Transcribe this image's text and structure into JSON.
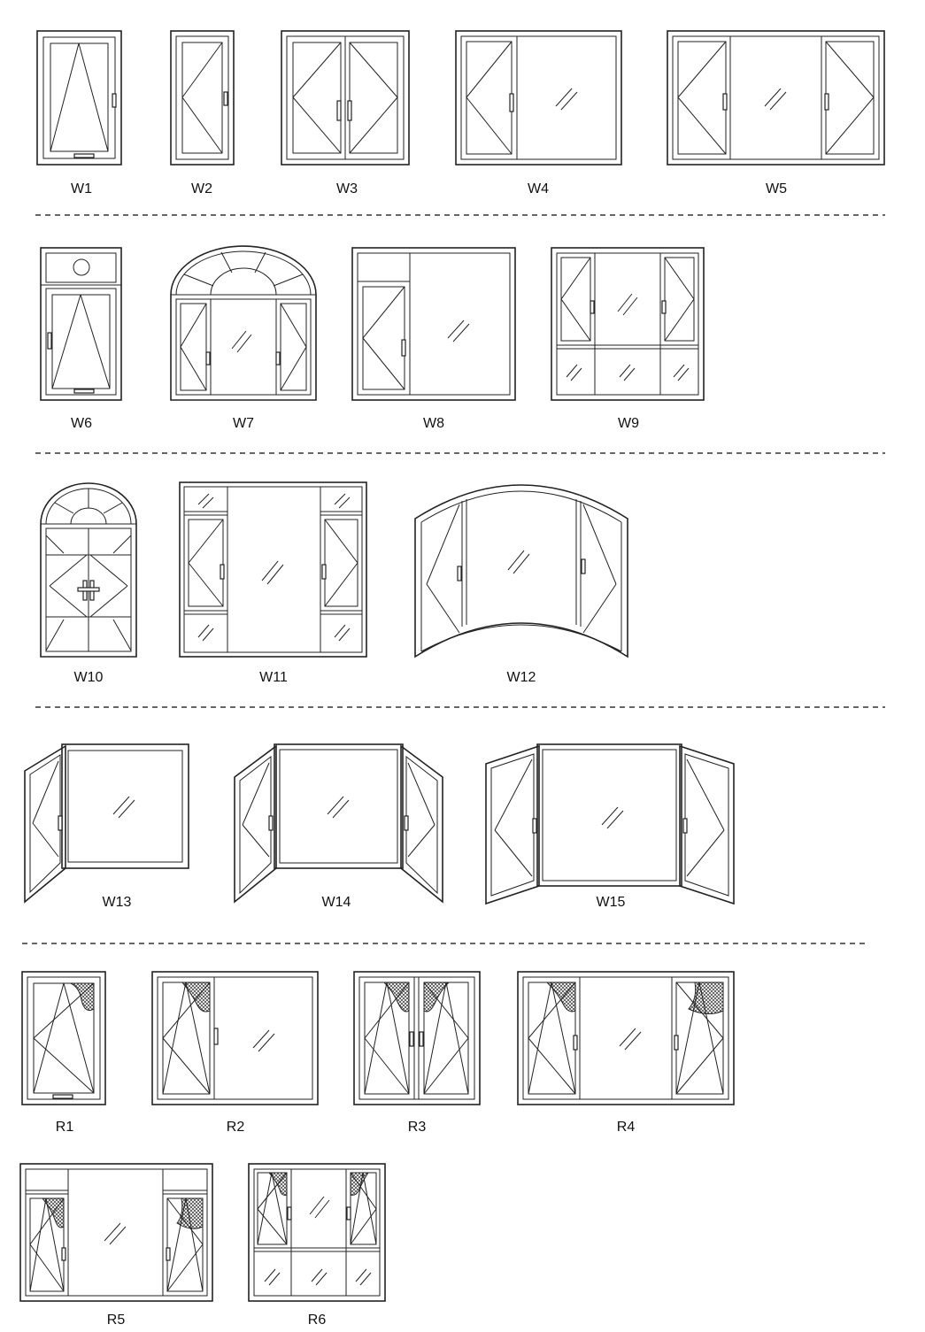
{
  "labels": {
    "W1": "W1",
    "W2": "W2",
    "W3": "W3",
    "W4": "W4",
    "W5": "W5",
    "W6": "W6",
    "W7": "W7",
    "W8": "W8",
    "W9": "W9",
    "W10": "W10",
    "W11": "W11",
    "W12": "W12",
    "W13": "W13",
    "W14": "W14",
    "W15": "W15",
    "R1": "R1",
    "R2": "R2",
    "R3": "R3",
    "R4": "R4",
    "R5": "R5",
    "R6": "R6"
  },
  "colors": {
    "line": "#222222",
    "background": "#ffffff"
  }
}
